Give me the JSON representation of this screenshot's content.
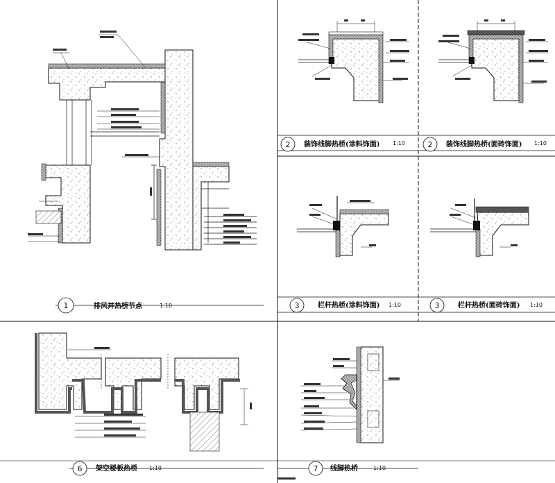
{
  "sheet": {
    "details": [
      {
        "number": "1",
        "title": "排风井热桥节点",
        "scale": "1:10"
      },
      {
        "number": "2",
        "title": "装饰线脚热桥(涂料饰面)",
        "scale": "1:10"
      },
      {
        "number": "2",
        "title": "装饰线脚热桥(面砖饰面)",
        "scale": "1:10"
      },
      {
        "number": "3",
        "title": "栏杆热桥(涂料饰面)",
        "scale": "1:10"
      },
      {
        "number": "3",
        "title": "栏杆热桥(面砖饰面)",
        "scale": "1:10"
      },
      {
        "number": "6",
        "title": "架空楼板热桥",
        "scale": "1:10"
      },
      {
        "number": "7",
        "title": "线脚热桥",
        "scale": "1:10"
      }
    ]
  },
  "colors": {
    "line": "#111111",
    "hatch": "#9a9a9a",
    "insulation": "#555555",
    "paper": "#ffffff"
  }
}
